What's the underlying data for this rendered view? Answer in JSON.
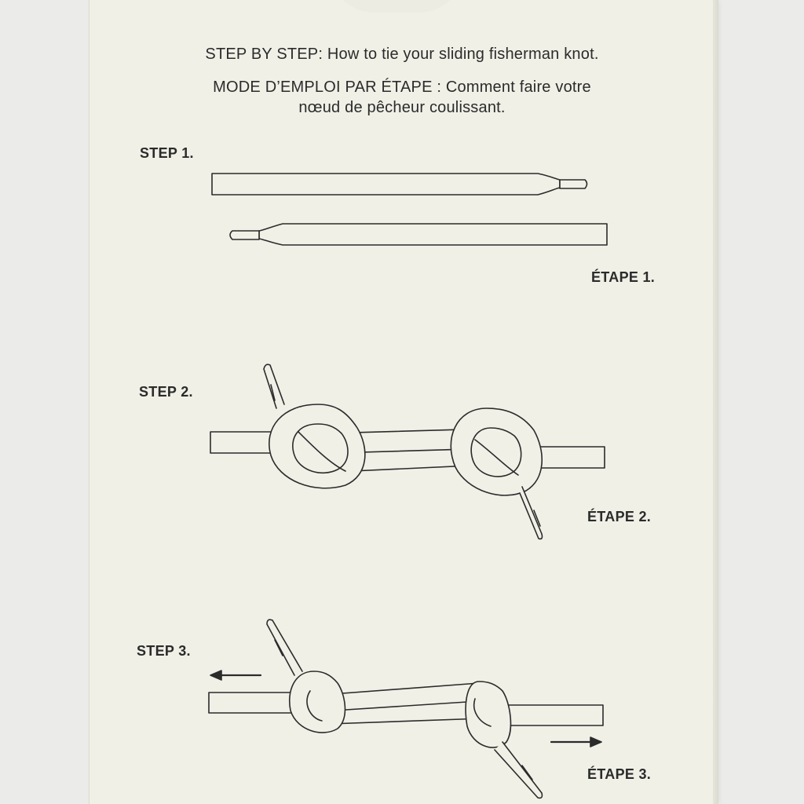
{
  "heading": {
    "english": "STEP BY STEP: How to tie your sliding fisherman knot.",
    "french_line1": "MODE D’EMPLOI PAR ÉTAPE : Comment faire votre",
    "french_line2": "nœud de pêcheur coulissant."
  },
  "steps": [
    {
      "label_en": "STEP 1.",
      "label_fr": "ÉTAPE 1."
    },
    {
      "label_en": "STEP 2.",
      "label_fr": "ÉTAPE 2."
    },
    {
      "label_en": "STEP 3.",
      "label_fr": "ÉTAPE 3."
    }
  ],
  "colors": {
    "card": "#f0f0e7",
    "background": "#ebebe9",
    "ink": "#2b2b2b"
  }
}
